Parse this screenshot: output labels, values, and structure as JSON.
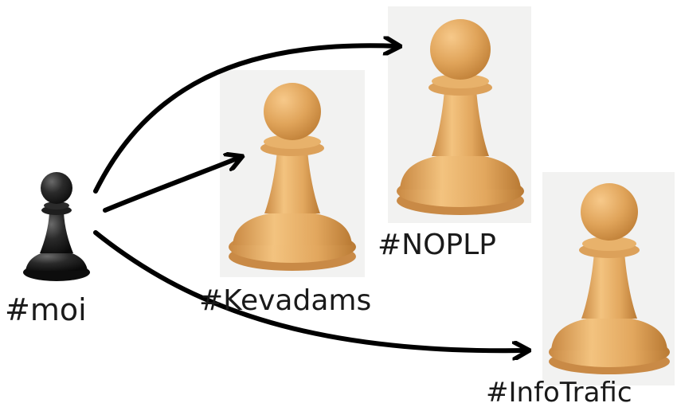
{
  "labels": {
    "me": "#moi",
    "kevadams": "#Kevadams",
    "noplp": "#NOPLP",
    "infotrafic": "#InfoTrafic"
  },
  "colors": {
    "background": "#ffffff",
    "panel": "#f2f2f1",
    "pawn_dark": "#1b1b1b",
    "pawn_wood": "#d99a4e",
    "arrow": "#000000",
    "text": "#1a1a1a"
  },
  "pieces": [
    {
      "name": "black-pawn-icon",
      "color": "black"
    },
    {
      "name": "wood-pawn-kevadams-icon",
      "color": "wood"
    },
    {
      "name": "wood-pawn-noplp-icon",
      "color": "wood"
    },
    {
      "name": "wood-pawn-infotrafic-icon",
      "color": "wood"
    }
  ],
  "arrows": [
    {
      "from": "#moi",
      "to": "#NOPLP"
    },
    {
      "from": "#moi",
      "to": "#Kevadams"
    },
    {
      "from": "#moi",
      "to": "#InfoTrafic"
    }
  ]
}
